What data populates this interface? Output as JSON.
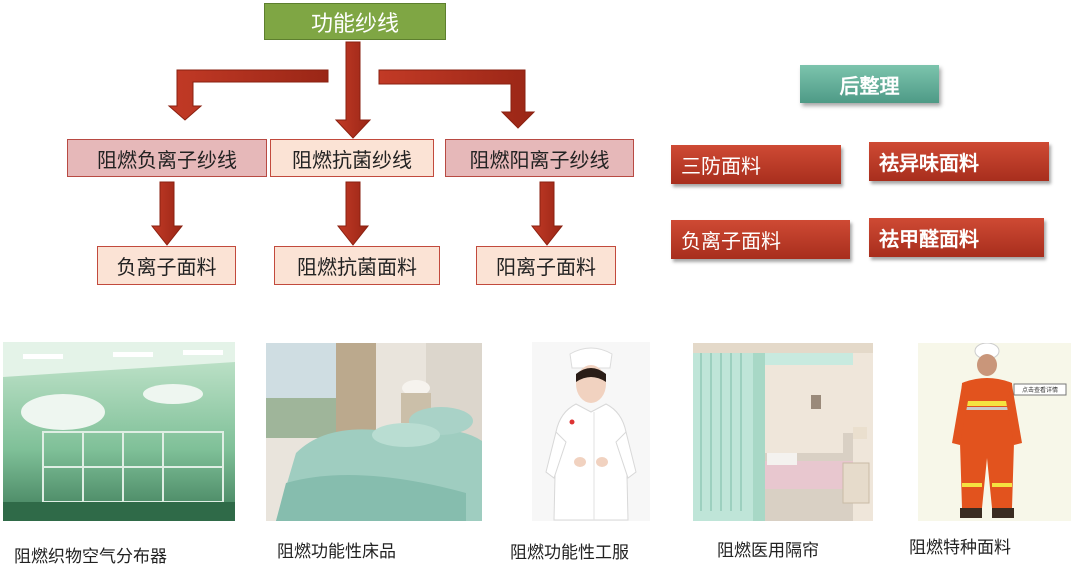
{
  "diagram": {
    "root": "功能纱线",
    "yarns": [
      "阻燃负离子纱线",
      "阻燃抗菌纱线",
      "阻燃阳离子纱线"
    ],
    "fabrics": [
      "负离子面料",
      "阻燃抗菌面料",
      "阳离子面料"
    ]
  },
  "finishing": {
    "title": "后整理",
    "items": [
      "三防面料",
      "祛异味面料",
      "负离子面料",
      "祛甲醛面料"
    ]
  },
  "products": [
    {
      "caption": "阻燃织物空气分布器",
      "icon": "air-distributor-photo"
    },
    {
      "caption": "阻燃功能性床品",
      "icon": "bedding-photo"
    },
    {
      "caption": "阻燃功能性工服",
      "icon": "nurse-uniform-photo"
    },
    {
      "caption": "阻燃医用隔帘",
      "icon": "medical-curtain-photo"
    },
    {
      "caption": "阻燃特种面料",
      "icon": "firefighter-suit-photo"
    }
  ],
  "photo_inset_text": "点击查看详情",
  "colors": {
    "arrow": "#a52a1c",
    "root_box": "#7fa644",
    "finish_box": "#b93a27",
    "finish_title": "#5fa891"
  }
}
